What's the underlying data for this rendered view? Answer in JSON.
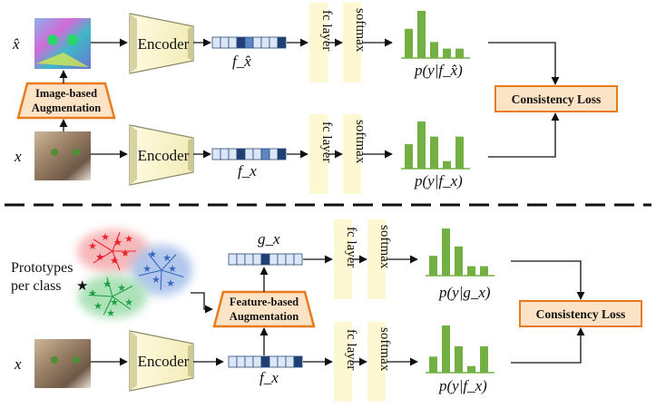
{
  "top": {
    "input_symbol_aug": "x̂",
    "input_symbol": "x",
    "encoder_label": "Encoder",
    "feature_aug": "f_x̂",
    "feature": "f_x",
    "fc_label": "fc layer",
    "softmax_label": "softmax",
    "prob_aug": "p(y|f_x̂)",
    "prob": "p(y|f_x)",
    "augmentation_label": [
      "Image-based",
      "Augmentation"
    ],
    "loss_label": "Consistency Loss",
    "hist_aug": [
      0.62,
      1.0,
      0.34,
      0.2,
      0.2
    ],
    "hist": [
      0.52,
      1.0,
      0.68,
      0.16,
      0.68
    ]
  },
  "bottom": {
    "prototypes_label": [
      "Prototypes",
      "per class"
    ],
    "star_glyph": "★",
    "feature_aug": "g_x",
    "feature": "f_x",
    "input_symbol": "x",
    "encoder_label": "Encoder",
    "fc_label": "fc layer",
    "softmax_label": "softmax",
    "prob_aug": "p(y|g_x)",
    "prob": "p(y|f_x)",
    "augmentation_label": [
      "Feature-based",
      "Augmentation"
    ],
    "loss_label": "Consistency Loss",
    "hist_aug": [
      0.42,
      1.0,
      0.62,
      0.2,
      0.2
    ],
    "hist": [
      0.34,
      1.0,
      0.56,
      0.14,
      0.56
    ]
  },
  "colors": {
    "encoder_fill": "#fbf6cc",
    "encoder_edge": "#8a8a6a",
    "fc_fill": "#fdf8d2",
    "bar_green": "#72b043",
    "aug_fill": "#fde3c5",
    "aug_stroke": "#e87b1e",
    "feat_light": "#dbe6f6",
    "feat_dark": "#1f3f75",
    "feat_mid": "#5a86c6",
    "red": "#e8232a",
    "blue": "#3a66c4",
    "green": "#1fa142"
  }
}
